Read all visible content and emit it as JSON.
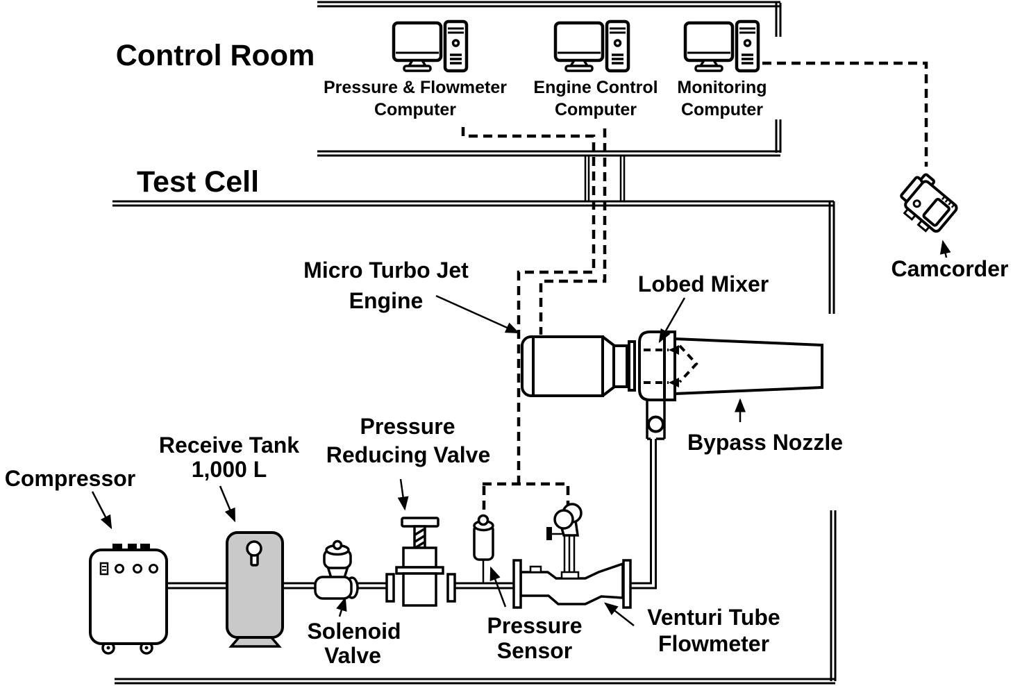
{
  "rooms": {
    "control_room_label": "Control Room",
    "test_cell_label": "Test Cell"
  },
  "computers": {
    "pressure_flowmeter": {
      "line1": "Pressure & Flowmeter",
      "line2": "Computer"
    },
    "engine_control": {
      "line1": "Engine Control",
      "line2": "Computer"
    },
    "monitoring": {
      "line1": "Monitoring",
      "line2": "Computer"
    }
  },
  "equipment": {
    "camcorder": {
      "label": "Camcorder"
    },
    "engine": {
      "line1": "Micro Turbo Jet",
      "line2": "Engine"
    },
    "lobed_mixer": {
      "label": "Lobed Mixer"
    },
    "bypass_nozzle": {
      "label": "Bypass Nozzle"
    },
    "compressor": {
      "label": "Compressor"
    },
    "receive_tank": {
      "line1": "Receive Tank",
      "line2": "1,000 L"
    },
    "solenoid_valve": {
      "line1": "Solenoid",
      "line2": "Valve"
    },
    "pressure_reducing_valve": {
      "line1": "Pressure",
      "line2": "Reducing Valve"
    },
    "pressure_sensor": {
      "line1": "Pressure",
      "line2": "Sensor"
    },
    "venturi": {
      "line1": "Venturi Tube",
      "line2": "Flowmeter"
    }
  },
  "colors": {
    "line": "#000000",
    "background": "#ffffff",
    "tank_fill": "#c9c9c9"
  }
}
